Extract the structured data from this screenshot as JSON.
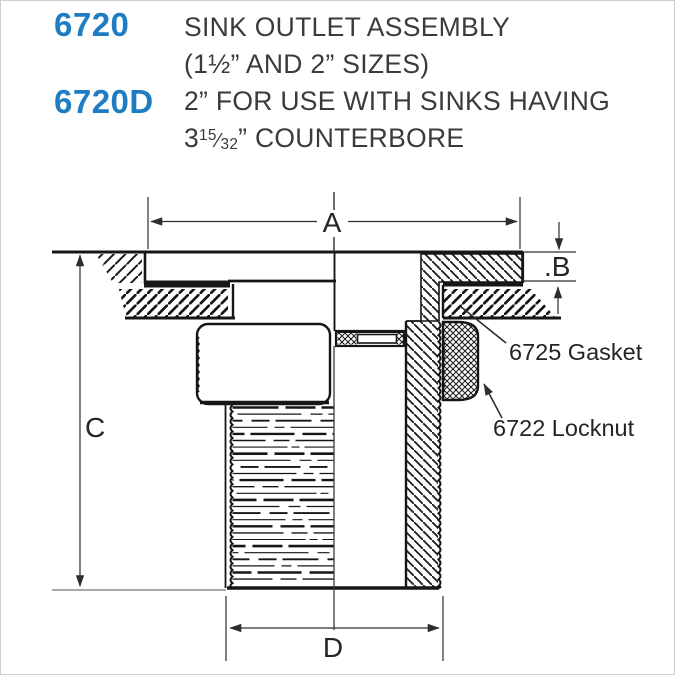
{
  "header": {
    "accent_color": "#1e7dc2",
    "text_color": "#3b3b3b",
    "entries": [
      {
        "code": "6720",
        "line1": "SINK OUTLET ASSEMBLY",
        "line2": "(1½” AND 2” SIZES)"
      },
      {
        "code": "6720D",
        "line1": "2” FOR USE WITH SINKS HAVING",
        "fraction": {
          "whole": "3",
          "numerator": "15",
          "slash": "⁄",
          "denominator": "32"
        },
        "line2_suffix": "” COUNTERBORE"
      }
    ]
  },
  "diagram": {
    "line_color": "#161616",
    "dim_line_color": "#333333",
    "dim_labels": {
      "a": "A",
      "b": ".B",
      "c": "C",
      "d": "D"
    },
    "part_labels": {
      "gasket": "6725 Gasket",
      "locknut": "6722 Locknut"
    }
  }
}
